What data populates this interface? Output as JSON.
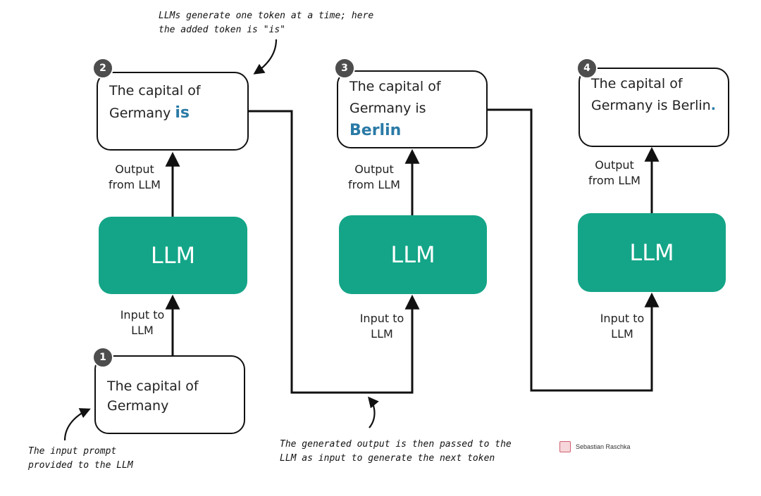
{
  "steps": [
    {
      "number": "1",
      "line1": "The capital of",
      "line2": "Germany",
      "added": "",
      "end": ""
    },
    {
      "number": "2",
      "line1": "The capital of",
      "line2": "Germany ",
      "added": "is",
      "end": ""
    },
    {
      "number": "3",
      "line1": "The capital of",
      "line2": "Germany is ",
      "added": "Berlin",
      "end": ""
    },
    {
      "number": "4",
      "line1": "The capital of",
      "line2": "Germany is Berlin",
      "added": "",
      "end": "."
    }
  ],
  "llm_label": "LLM",
  "edge_labels": {
    "output_line1": "Output",
    "output_line2": "from LLM",
    "input_line1": "Input to",
    "input_line2": "LLM"
  },
  "annotations": {
    "top_line1": "LLMs generate one token at a time; here",
    "top_line2": "the added token is \"is\"",
    "bottom_left_line1": "The input prompt",
    "bottom_left_line2": "provided to the LLM",
    "bottom_center_line1": "The generated output is then passed to the",
    "bottom_center_line2": "LLM as input to generate the next token"
  },
  "credit": "Sebastian Raschka",
  "colors": {
    "llm": "#14a588",
    "highlight": "#2a7aa6",
    "badge": "#4d4d4d",
    "line": "#111111"
  }
}
